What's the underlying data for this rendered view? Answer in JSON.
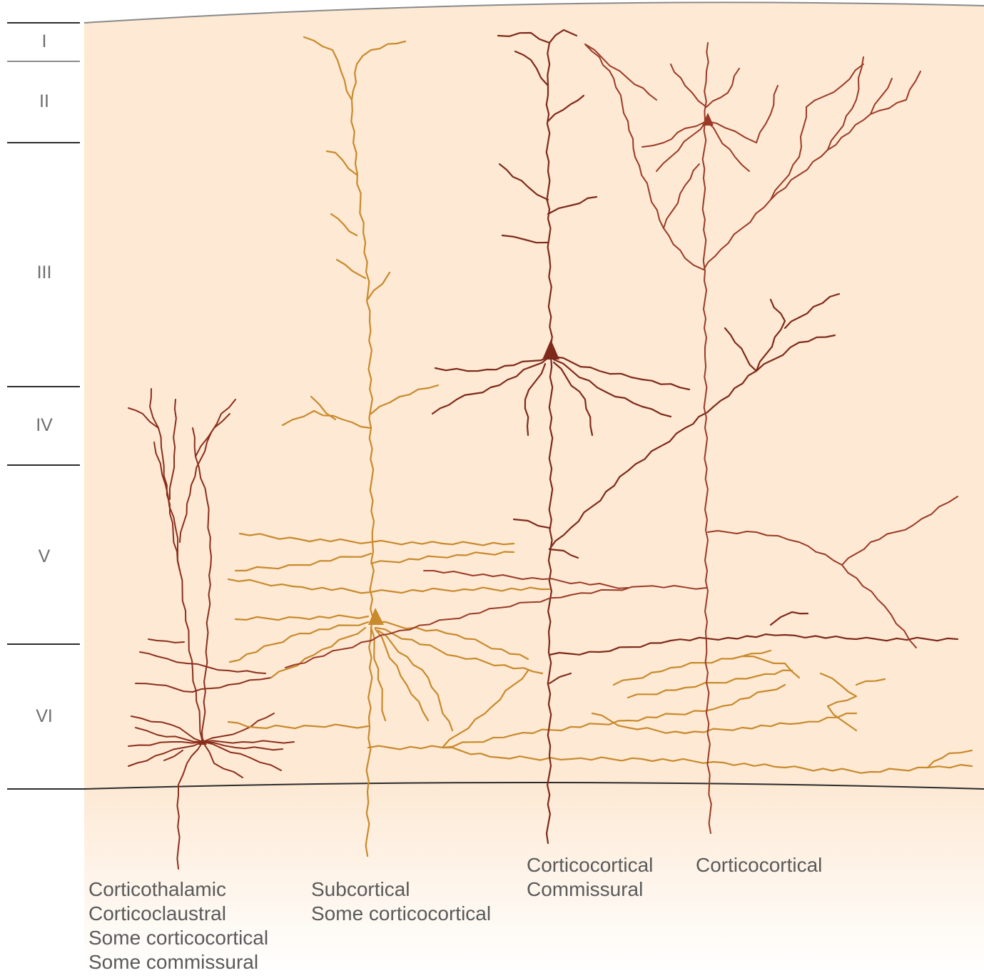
{
  "layers": [
    "I",
    "II",
    "III",
    "IV",
    "V",
    "VI"
  ],
  "neurons": [
    {
      "id": "layer-vi-neuron",
      "color": "#8b2f1c",
      "labels": [
        "Corticothalamic",
        "Corticoclaustral",
        "Some corticocortical",
        "Some commissural"
      ]
    },
    {
      "id": "layer-v-neuron",
      "color": "#c88a2c",
      "labels": [
        "Subcortical",
        "Some corticocortical"
      ]
    },
    {
      "id": "layer-iii-neuron",
      "color": "#7e2a1a",
      "labels": [
        "Corticocortical",
        "Commissural"
      ]
    },
    {
      "id": "layer-ii-neuron",
      "color": "#9a3a26",
      "labels": [
        "Corticocortical"
      ]
    }
  ],
  "colors": {
    "cortex_fill": "#fde9d4",
    "layer_line": "#2b2b2b"
  }
}
